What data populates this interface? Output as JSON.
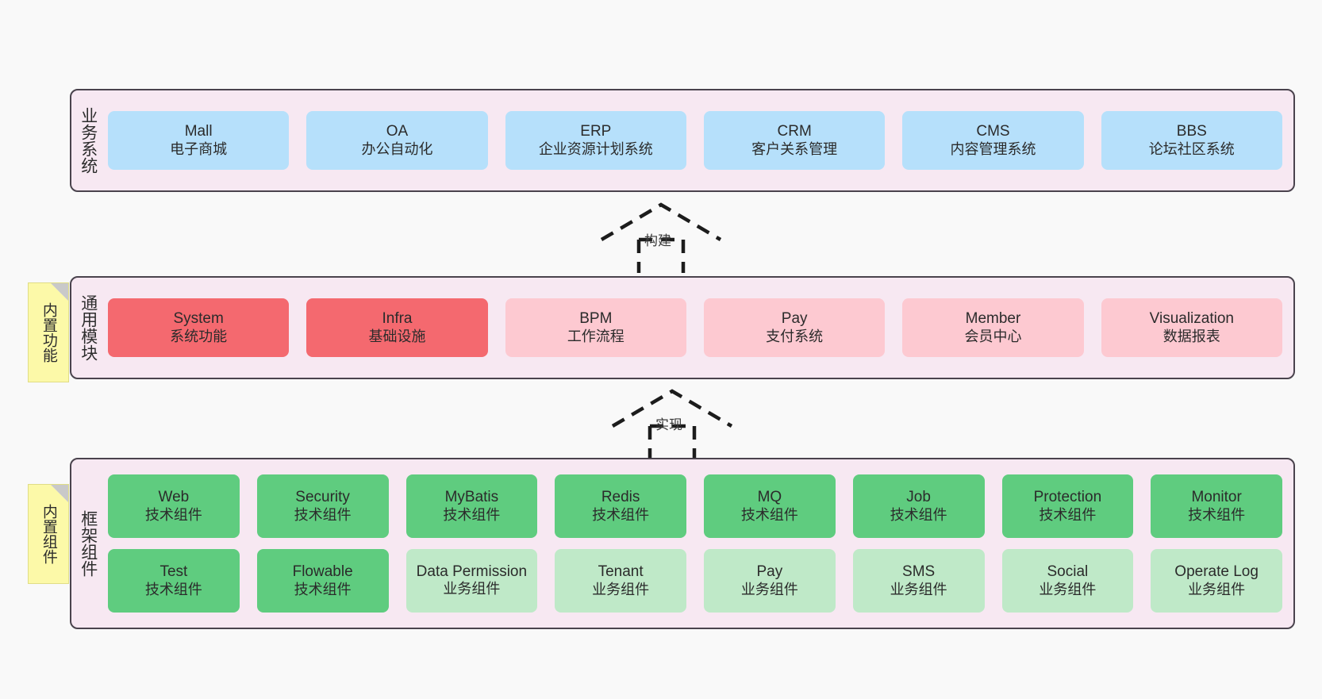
{
  "diagram": {
    "background": "#f9f9f9",
    "layer_fill": "#f7e8f2",
    "layer_border": "#4a434d",
    "note_fill": "#fcf9a8",
    "colors": {
      "business": "#b6e0fb",
      "core_module": "#f4696f",
      "module": "#fdc9d1",
      "tech_component": "#5fcc7f",
      "biz_component": "#bfe9c8"
    }
  },
  "notes": [
    {
      "id": "functions",
      "label": "内置功能"
    },
    {
      "id": "components",
      "label": "内置组件"
    }
  ],
  "arrows": [
    {
      "id": "build",
      "label": "构建"
    },
    {
      "id": "realize",
      "label": "实现"
    }
  ],
  "layers": [
    {
      "id": "business",
      "title": "业务系统",
      "rows": [
        [
          {
            "en": "Mall",
            "cn": "电子商城",
            "color": "blue"
          },
          {
            "en": "OA",
            "cn": "办公自动化",
            "color": "blue"
          },
          {
            "en": "ERP",
            "cn": "企业资源计划系统",
            "color": "blue"
          },
          {
            "en": "CRM",
            "cn": "客户关系管理",
            "color": "blue"
          },
          {
            "en": "CMS",
            "cn": "内容管理系统",
            "color": "blue"
          },
          {
            "en": "BBS",
            "cn": "论坛社区系统",
            "color": "blue"
          }
        ]
      ]
    },
    {
      "id": "common",
      "title": "通用模块",
      "rows": [
        [
          {
            "en": "System",
            "cn": "系统功能",
            "color": "red"
          },
          {
            "en": "Infra",
            "cn": "基础设施",
            "color": "red"
          },
          {
            "en": "BPM",
            "cn": "工作流程",
            "color": "pink"
          },
          {
            "en": "Pay",
            "cn": "支付系统",
            "color": "pink"
          },
          {
            "en": "Member",
            "cn": "会员中心",
            "color": "pink"
          },
          {
            "en": "Visualization",
            "cn": "数据报表",
            "color": "pink"
          }
        ]
      ]
    },
    {
      "id": "framework",
      "title": "框架组件",
      "rows": [
        [
          {
            "en": "Web",
            "cn": "技术组件",
            "color": "green"
          },
          {
            "en": "Security",
            "cn": "技术组件",
            "color": "green"
          },
          {
            "en": "MyBatis",
            "cn": "技术组件",
            "color": "green"
          },
          {
            "en": "Redis",
            "cn": "技术组件",
            "color": "green"
          },
          {
            "en": "MQ",
            "cn": "技术组件",
            "color": "green"
          },
          {
            "en": "Job",
            "cn": "技术组件",
            "color": "green"
          },
          {
            "en": "Protection",
            "cn": "技术组件",
            "color": "green"
          },
          {
            "en": "Monitor",
            "cn": "技术组件",
            "color": "green"
          }
        ],
        [
          {
            "en": "Test",
            "cn": "技术组件",
            "color": "green"
          },
          {
            "en": "Flowable",
            "cn": "技术组件",
            "color": "green"
          },
          {
            "en": "Data Permission",
            "cn": "业务组件",
            "color": "lightgreen"
          },
          {
            "en": "Tenant",
            "cn": "业务组件",
            "color": "lightgreen"
          },
          {
            "en": "Pay",
            "cn": "业务组件",
            "color": "lightgreen"
          },
          {
            "en": "SMS",
            "cn": "业务组件",
            "color": "lightgreen"
          },
          {
            "en": "Social",
            "cn": "业务组件",
            "color": "lightgreen"
          },
          {
            "en": "Operate Log",
            "cn": "业务组件",
            "color": "lightgreen"
          }
        ]
      ]
    }
  ]
}
